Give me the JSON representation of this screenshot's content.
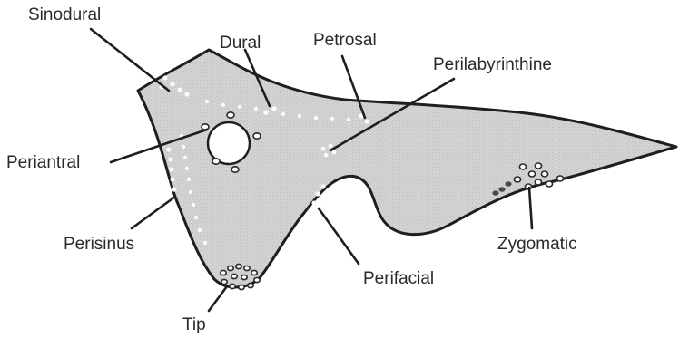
{
  "labels": {
    "sinodural": "Sinodural",
    "dural": "Dural",
    "petrosal": "Petrosal",
    "perilabyrinthine": "Perilabyrinthine",
    "periantral": "Periantral",
    "perisinus": "Perisinus",
    "zygomatic": "Zygomatic",
    "perifacial": "Perifacial",
    "tip": "Tip"
  },
  "colors": {
    "bone_fill": "#cfcfcf",
    "outline": "#1e1e1e",
    "text": "#2a2a2a",
    "background": "#ffffff"
  }
}
